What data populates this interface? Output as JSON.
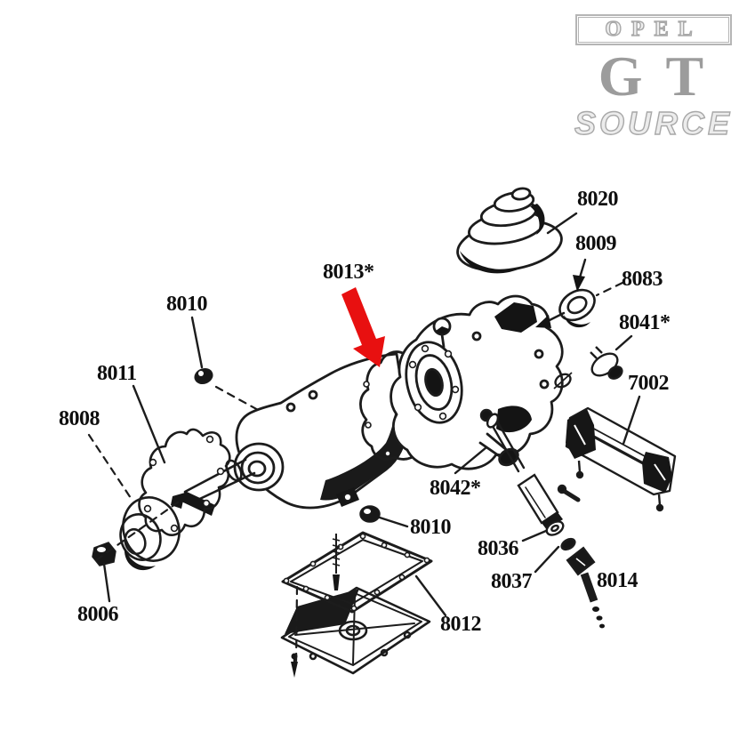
{
  "logo": {
    "brand": "OPEL",
    "model": "GT",
    "suffix": "SOURCE",
    "color": "#9c9c9c"
  },
  "diagram": {
    "type": "exploded-parts-diagram",
    "subject": "Opel GT transmission",
    "highlight": {
      "part": "8013*",
      "arrow_color": "#e81010"
    },
    "labels": [
      {
        "text": "8020"
      },
      {
        "text": "8009"
      },
      {
        "text": "8083"
      },
      {
        "text": "8041*"
      },
      {
        "text": "7002"
      },
      {
        "text": "8013*"
      },
      {
        "text": "8010"
      },
      {
        "text": "8011"
      },
      {
        "text": "8008"
      },
      {
        "text": "8006"
      },
      {
        "text": "8042*"
      },
      {
        "text": "8010"
      },
      {
        "text": "8036"
      },
      {
        "text": "8037"
      },
      {
        "text": "8014"
      },
      {
        "text": "8012"
      }
    ]
  }
}
